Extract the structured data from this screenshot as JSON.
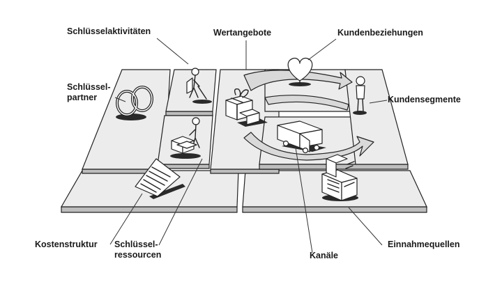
{
  "labels": {
    "key_activities": "Schlüsselaktivitäten",
    "value_propositions": "Wertangebote",
    "customer_relationships": "Kundenbeziehungen",
    "key_partners_line1": "Schlüssel-",
    "key_partners_line2": "partner",
    "customer_segments": "Kundensegmente",
    "cost_structure": "Kostenstruktur",
    "key_resources_line1": "Schlüssel-",
    "key_resources_line2": "ressourcen",
    "channels": "Kanäle",
    "revenue_streams": "Einnahmequellen"
  },
  "icons": {
    "key_partners": "interlocked-rings-icon",
    "key_activities": "worker-figure-icon",
    "key_resources": "figure-with-boxes-icon",
    "value_propositions": "gift-box-icon",
    "customer_relationships": "heart-icon",
    "channels": "delivery-truck-icon",
    "customer_segments": "person-figure-icon",
    "cost_structure": "document-icon",
    "revenue_streams": "cash-register-icon"
  },
  "colors": {
    "ink": "#222222",
    "slab_top": "#ececec",
    "slab_side": "#bdbdbd",
    "background": "#ffffff"
  }
}
